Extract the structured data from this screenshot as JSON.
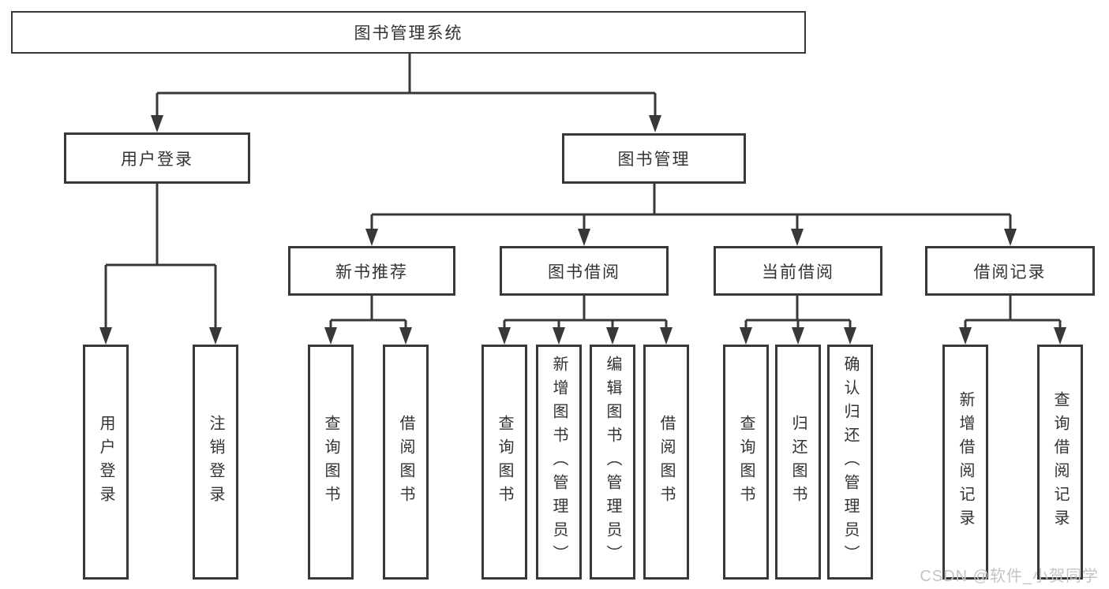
{
  "colors": {
    "line": "#383838",
    "box_border": "#383838",
    "text": "#333333",
    "watermark": "#c4c4c4",
    "background": "#ffffff"
  },
  "watermark": {
    "label": "CSDN @软件_小贺同学"
  },
  "tree": {
    "root": {
      "label": "图书管理系统"
    },
    "branches": [
      {
        "label": "用户登录",
        "children": [
          {
            "label": "用户登录"
          },
          {
            "label": "注销登录"
          }
        ]
      },
      {
        "label": "图书管理",
        "children": [
          {
            "label": "新书推荐",
            "children": [
              {
                "label": "查询图书"
              },
              {
                "label": "借阅图书"
              }
            ]
          },
          {
            "label": "图书借阅",
            "children": [
              {
                "label": "查询图书"
              },
              {
                "label": "新增图书（管理员）"
              },
              {
                "label": "编辑图书（管理员）"
              },
              {
                "label": "借阅图书"
              }
            ]
          },
          {
            "label": "当前借阅",
            "children": [
              {
                "label": "查询图书"
              },
              {
                "label": "归还图书"
              },
              {
                "label": "确认归还（管理员）"
              }
            ]
          },
          {
            "label": "借阅记录",
            "children": [
              {
                "label": "新增借阅记录"
              },
              {
                "label": "查询借阅记录"
              }
            ]
          }
        ]
      }
    ]
  }
}
